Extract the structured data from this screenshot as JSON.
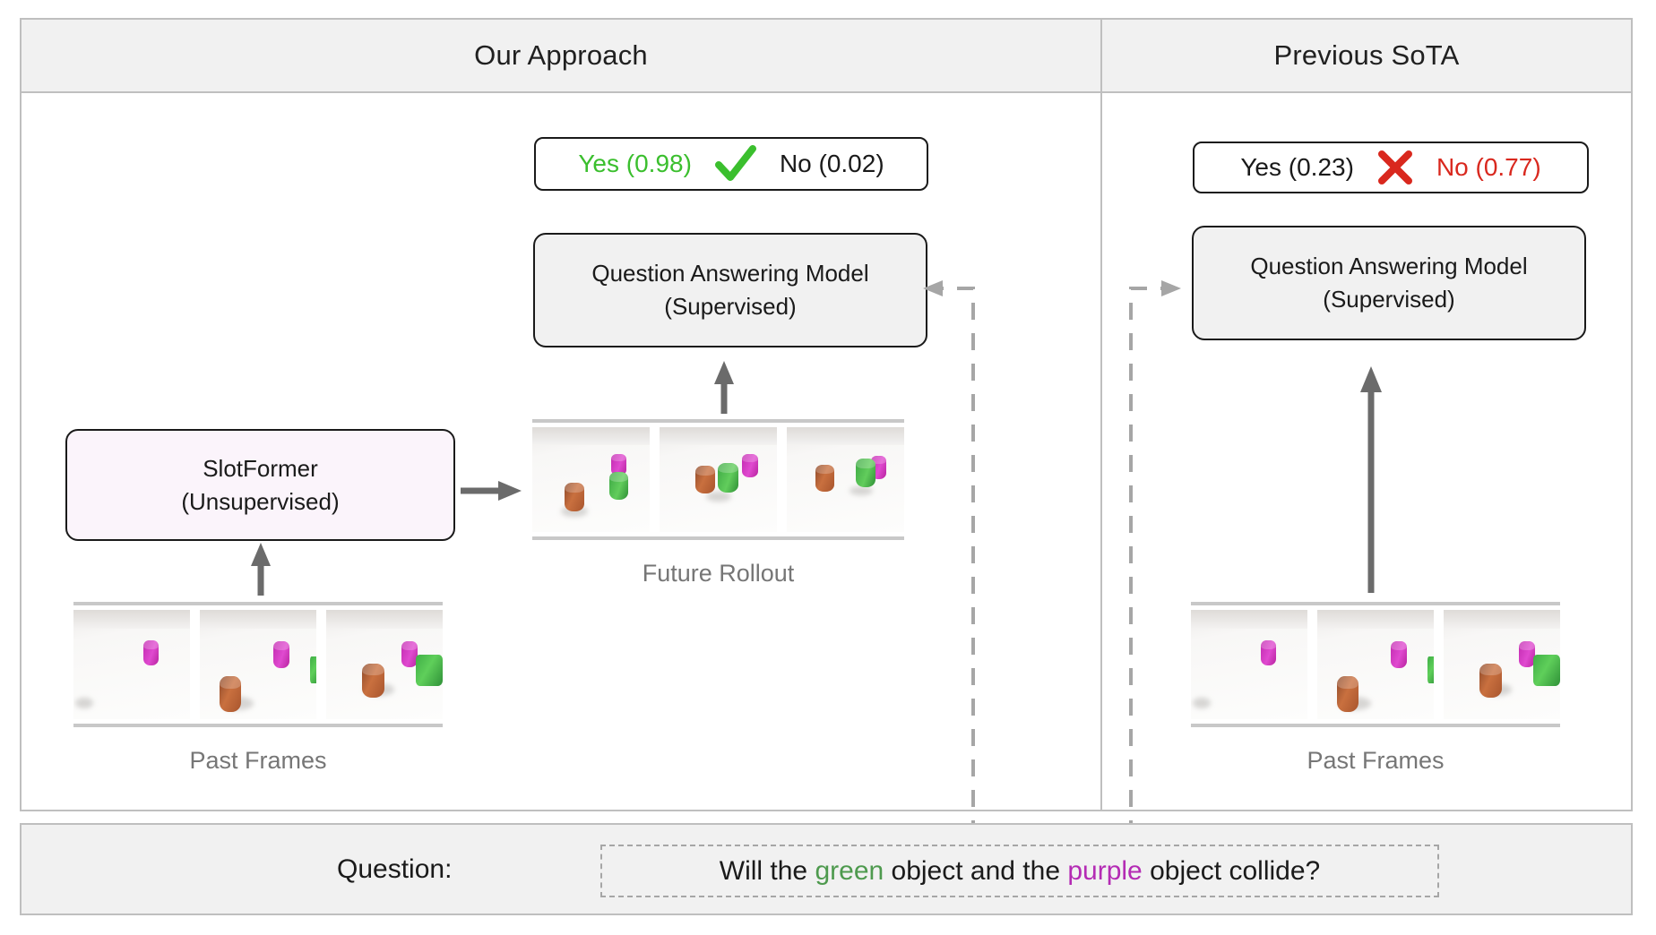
{
  "figure": {
    "headers": [
      {
        "label": "Our Approach"
      },
      {
        "label": "Previous SoTA"
      }
    ]
  },
  "our_approach": {
    "answer": {
      "yes_label": "Yes (0.98)",
      "no_label": "No (0.02)",
      "mark": "check-icon",
      "correct": true,
      "yes_color": "#3BBF2E",
      "no_color": "#1a1a1a"
    },
    "qa_model": {
      "line1": "Question Answering Model",
      "line2": "(Supervised)"
    },
    "predictor": {
      "line1": "SlotFormer",
      "line2": "(Unsupervised)"
    },
    "rollout_strip": {
      "caption": "Future Rollout",
      "frame_count": 3
    },
    "past_strip": {
      "caption": "Past Frames",
      "frame_count": 3
    }
  },
  "previous_sota": {
    "answer": {
      "yes_label": "Yes (0.23)",
      "no_label": "No (0.77)",
      "mark": "cross-icon",
      "correct": false,
      "yes_color": "#1a1a1a",
      "no_color": "#D9281E"
    },
    "qa_model": {
      "line1": "Question Answering Model",
      "line2": "(Supervised)"
    },
    "past_strip": {
      "caption": "Past Frames",
      "frame_count": 3
    }
  },
  "question": {
    "label": "Question:",
    "text_part1": "Will the ",
    "green_word": "green",
    "text_part2": " object and the ",
    "purple_word": "purple",
    "text_part3": " object collide?",
    "green_color": "#4E9A4E",
    "purple_color": "#B42BB4"
  },
  "colors": {
    "border": "#bfbfbf",
    "header_fill": "#f1f1f1",
    "box_fill": "#f1f1f1",
    "predictor_fill": "#fbf4fb",
    "arrow_solid": "#6b6b6b",
    "arrow_dashed": "#a6a6a6",
    "caption": "#767676"
  }
}
